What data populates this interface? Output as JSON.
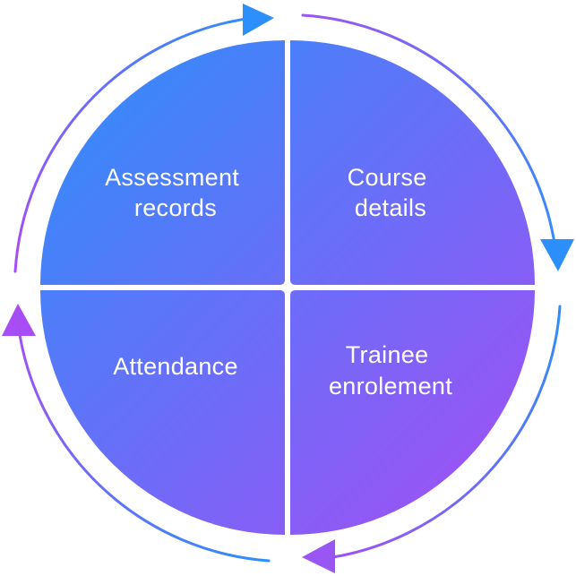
{
  "quadrants": [
    {
      "id": "top-left",
      "lines": [
        "Assessment",
        "records"
      ]
    },
    {
      "id": "top-right",
      "lines": [
        "Course",
        "details"
      ]
    },
    {
      "id": "bottom-right",
      "lines": [
        "Trainee",
        "enrolement"
      ]
    },
    {
      "id": "bottom-left",
      "lines": [
        "Attendance"
      ]
    }
  ],
  "colors": {
    "blue": "#2d8ffb",
    "purple": "#a64df5",
    "mid": "#6a6cf6"
  },
  "flow": "clockwise",
  "arrows": [
    {
      "name": "arrow-top",
      "color": "blue"
    },
    {
      "name": "arrow-right",
      "color": "blue"
    },
    {
      "name": "arrow-bottom",
      "color": "purple"
    },
    {
      "name": "arrow-left",
      "color": "purple"
    }
  ]
}
